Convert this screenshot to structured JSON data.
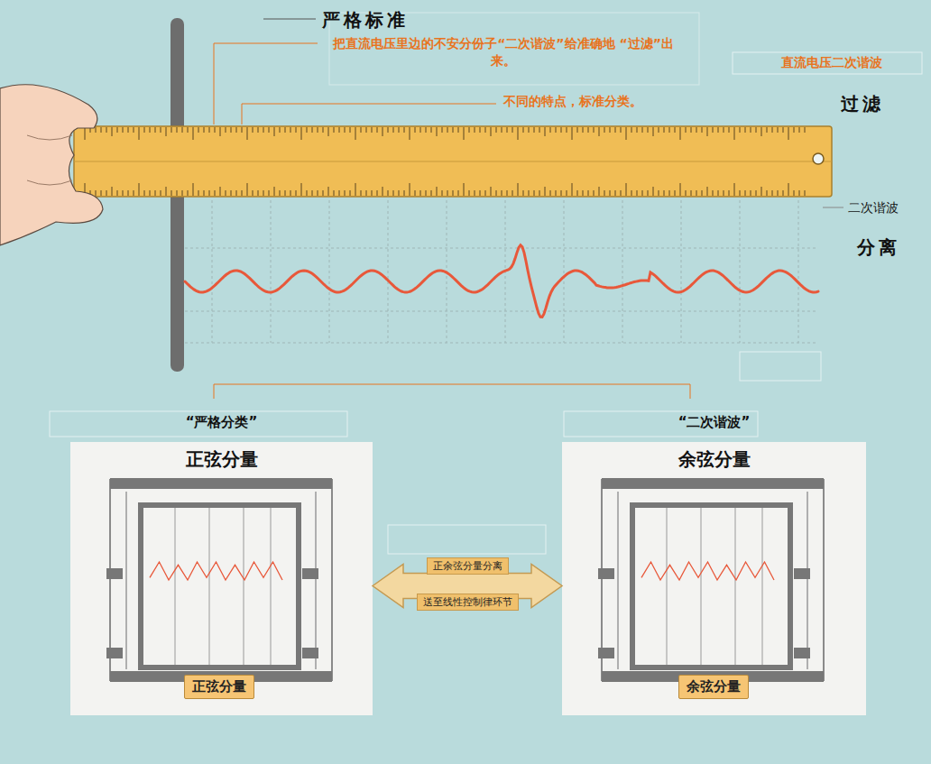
{
  "diagram": {
    "title": "严格标准",
    "nodes": [
      {
        "text": [
          "“严格分类”",
          "正弦分量"
        ]
      },
      {
        "text": [
          "正弦分量"
        ],
        "in": 0
      },
      {
        "text": [
          "“二次谐波”",
          "余弦分量"
        ]
      },
      {
        "text": [
          "余弦分量"
        ],
        "in": 2
      }
    ],
    "edges": [
      {
        "from": 0,
        "to": 2,
        "arrow": "both",
        "label": "正余弦分量分离"
      }
    ],
    "labels": [
      "把直流电压里边的不安分份子“二次谐波”给准确地 “过滤”出来。",
      "不同的特点，标准分类。",
      "直流电压二次谐波",
      "过滤",
      "二次谐波",
      "分离",
      "送至线性控制律环节"
    ]
  }
}
